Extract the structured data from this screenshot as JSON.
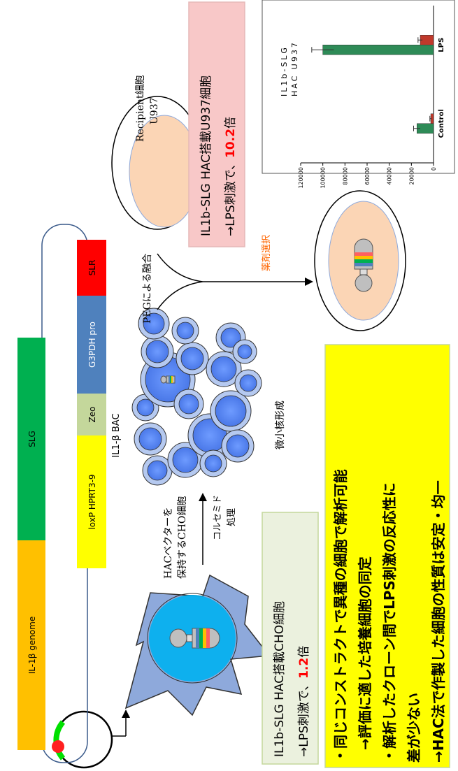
{
  "bac": {
    "segments": [
      {
        "label": "IL-1β genome",
        "color": "#FFC000"
      },
      {
        "label": "SLG",
        "color": "#00B050"
      },
      {
        "label": "loxP HPRT3-9",
        "color": "#FFFF00"
      },
      {
        "label": "Zeo",
        "color": "#C4D79B"
      },
      {
        "label": "G3PDH pro",
        "color": "#4F81BD"
      },
      {
        "label": "SLR",
        "color": "#FF0000"
      }
    ],
    "title": "IL1-β BAC"
  },
  "cho": {
    "label_line1": "HACベクターを",
    "label_line2": "保持するCHO細胞",
    "treatment_line1": "コルセミド",
    "treatment_line2": "処理",
    "result_line1": "IL1b-SLG HAC搭載CHO細胞",
    "result_line2_prefix": "→LPS刺激で、",
    "result_value": "1.2",
    "result_suffix": "倍"
  },
  "micronuclei": {
    "label": "微小核形成"
  },
  "fusion": {
    "label": "PEGによる融合",
    "selection_label": "薬剤選択",
    "recipient_line1": "Recipient細胞",
    "recipient_line2": "U937"
  },
  "u937_result": {
    "line1": "IL1b-SLG HAC搭載U937細胞",
    "line2_prefix": "→LPS刺激で、",
    "value": "10.2",
    "suffix": "倍"
  },
  "chart_title": {
    "line1": "IL1b-SLG",
    "line2": "HAC U937"
  },
  "chart_data": {
    "type": "bar",
    "categories": [
      "Control",
      "LPS"
    ],
    "series": [
      {
        "color": "#2E8B57",
        "values": [
          15000,
          100000
        ],
        "errors": [
          3000,
          10000
        ]
      },
      {
        "color": "#C0392B",
        "values": [
          2500,
          12000
        ],
        "errors": [
          800,
          2000
        ]
      }
    ],
    "ylim": [
      0,
      120000
    ],
    "yticks": [
      "0",
      "20000",
      "40000",
      "60000",
      "80000",
      "100000",
      "120000"
    ]
  },
  "summary": {
    "lines": [
      "・同じコンストラクトで異種の細胞で解析可能",
      "→評価に適した培養細胞の同定",
      "・解析したクローン間でLPS刺激の反応性に",
      "差が少ない",
      "→HAC法で作製した細胞の性質は安定・均一"
    ]
  }
}
